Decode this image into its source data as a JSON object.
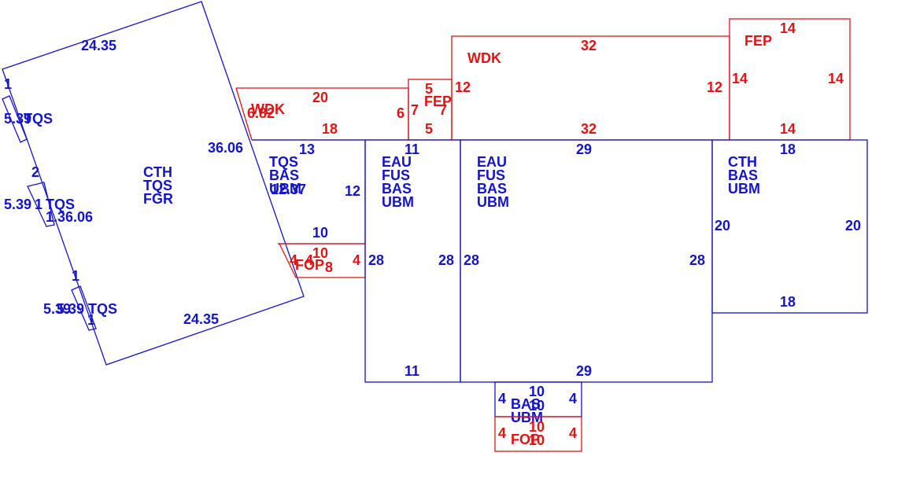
{
  "colors": {
    "living": "#1414c8",
    "exterior": "#e01414",
    "background": "#ffffff"
  },
  "labels": {
    "rot_top": "24.35",
    "rot_bot": "24.35",
    "rot_right": "36.06",
    "rot_left": "1.36.06",
    "rot_code1": "CTH",
    "rot_code2": "TQS",
    "rot_code3": "FGR",
    "bay1_dim": "5.39",
    "bay1_tqs": "TQS",
    "bay1_n": "1",
    "bay2_dim": "5.39",
    "bay2_dim2": "1",
    "bay2_tqs": "TQS",
    "bay2_n": "2",
    "bay3_dim": "5.39",
    "bay3_dim2": "5.39",
    "bay3_tqs": "TQS",
    "bay3_n": "1",
    "bay3_n2": "1",
    "wdk1_name": "WDK",
    "wdk1_top": "20",
    "wdk1_bot": "18",
    "wdk1_right": "6",
    "wdk1_left": "6.82",
    "fep1_name": "FEP",
    "fep1_top": "5",
    "fep1_bot": "5",
    "fep1_left": "7",
    "fep1_right": "7",
    "wdk2_name": "WDK",
    "wdk2_top": "32",
    "wdk2_bot": "32",
    "wdk2_left": "12",
    "wdk2_right": "12",
    "fep2_name": "FEP",
    "fep2_top": "14",
    "fep2_bot": "14",
    "fep2_left": "14",
    "fep2_right": "14",
    "tqs_code1": "TQS",
    "tqs_code2": "BAS",
    "tqs_code3": "UBM",
    "tqs_top": "13",
    "tqs_right": "12",
    "tqs_bot": "10",
    "tqs_diag": "12.37",
    "fop1_name": "FOP",
    "fop1_top": "10",
    "fop1_left": "4",
    "fop1_left2": "4",
    "fop1_right": "4",
    "fop1_bot": "8",
    "eau1_code1": "EAU",
    "eau1_code2": "FUS",
    "eau1_code3": "BAS",
    "eau1_code4": "UBM",
    "eau1_top": "11",
    "eau1_bot": "11",
    "eau1_left": "28",
    "eau1_right": "28",
    "eau2_code1": "EAU",
    "eau2_code2": "FUS",
    "eau2_code3": "BAS",
    "eau2_code4": "UBM",
    "eau2_top": "29",
    "eau2_bot": "29",
    "eau2_left": "28",
    "eau2_right": "28",
    "cth_code1": "CTH",
    "cth_code2": "BAS",
    "cth_code3": "UBM",
    "cth_top": "18",
    "cth_bot": "18",
    "cth_left": "20",
    "cth_right": "20",
    "bas_code1": "BAS",
    "bas_code2": "UBM",
    "bas_top": "10",
    "bas_bot": "10",
    "bas_left": "4",
    "bas_right": "4",
    "fop2_name": "FOP",
    "fop2_top": "10",
    "fop2_bot": "10",
    "fop2_left": "4",
    "fop2_right": "4"
  }
}
